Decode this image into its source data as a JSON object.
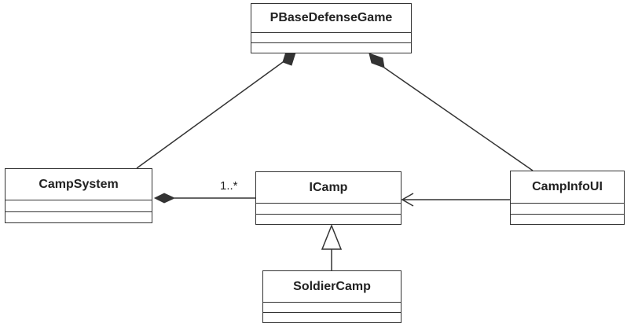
{
  "classes": {
    "pbasedefensegame": "PBaseDefenseGame",
    "campsystem": "CampSystem",
    "icamp": "ICamp",
    "campinfoui": "CampInfoUI",
    "soldiercamp": "SoldierCamp"
  },
  "relations": {
    "campsystem_icamp_multiplicity": "1..*"
  },
  "colors": {
    "line": "#333333",
    "fill": "#ffffff"
  }
}
